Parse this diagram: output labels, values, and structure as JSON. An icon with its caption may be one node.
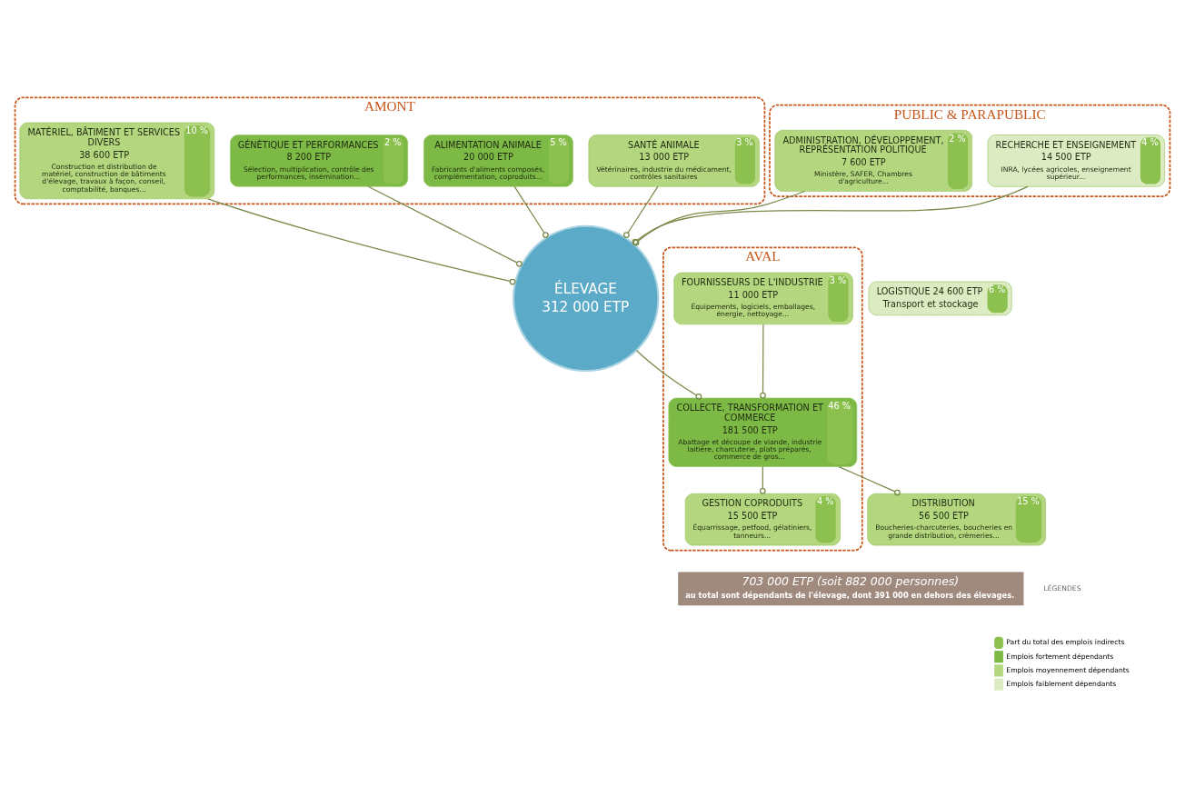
{
  "diagram": {
    "nodes": [
      {
        "text": [
          "AMONT"
        ]
      },
      {
        "text": [
          "SANTÉ ANIMALE",
          "13 000 ETP",
          "Vétérinaires, industrie du médicament, contrôles sanitaires",
          "3 %"
        ],
        "in": 0
      },
      {
        "text": [
          "ALIMENTATION ANIMALE",
          "20 000 ETP",
          "Fabricants d'aliments composés, complémentation, coproduits...",
          "5 %"
        ],
        "in": 0
      },
      {
        "text": [
          "PUBLIC & PARAPUBLIC"
        ]
      },
      {
        "text": [
          "RECHERCHE ET ENSEIGNEMENT",
          "14 500 ETP",
          "INRA, lycées agricoles, enseignement supérieur...",
          "4 %"
        ],
        "in": 3
      },
      {
        "text": [
          "GÉNÉTIQUE ET PERFORMANCES",
          "8 200 ETP",
          "Sélection, multiplication, contrôle des performances, insémination...",
          "2 %"
        ],
        "in": 0
      },
      {
        "text": [
          "LOGISTIQUE 24 600 ETP",
          "Transport et stockage",
          "6 %"
        ]
      },
      {
        "text": [
          "ÉLEVAGE",
          "312 000 ETP"
        ]
      },
      {
        "text": [
          "ADMINISTRATION, DÉVELOPPEMENT, REPRÉSENTATION POLITIQUE",
          "7 600 ETP",
          "Ministère, SAFER, Chambres d'agriculture...",
          "2 %"
        ],
        "in": 3
      },
      {
        "text": [
          "MATÉRIEL, BÂTIMENT ET SERVICES DIVERS",
          "38 600 ETP",
          "Construction et distribution de matériel, construction de bâtiments d'élevage, travaux à façon, conseil, comptabilité, banques...",
          "10 %"
        ],
        "in": 0
      },
      {
        "text": [
          "AVAL"
        ]
      },
      {
        "text": [
          "COLLECTE, TRANSFORMATION ET COMMERCE",
          "181 500 ETP",
          "Abattage et découpe de viande, industrie laitière, charcuterie, plats préparés, commerce de gros...",
          "46 %"
        ],
        "in": 10
      },
      {
        "text": [
          "GESTION COPRODUITS",
          "15 500 ETP",
          "Équarrissage, petfood, gélatiniers, tanneurs...",
          "4 %"
        ],
        "in": 10
      },
      {
        "text": [
          "FOURNISSEURS DE L'INDUSTRIE",
          "11 000 ETP",
          "Équipements, logiciels, emballages, énergie, nettoyage...",
          "3 %"
        ],
        "in": 10
      },
      {
        "text": [
          "DISTRIBUTION",
          "56 500 ETP",
          "Boucheries-charcuteries, boucheries en grande distribution, crèmeries...",
          "15 %"
        ]
      },
      {
        "text": [
          "703 000 ETP (soit 882 000 personnes)",
          "au total sont dépendants de l'élevage, dont 391 000 en dehors des élevages."
        ]
      }
    ],
    "edges": [
      {
        "from": 1,
        "to": 7,
        "arrow": "other"
      },
      {
        "from": 2,
        "to": 7,
        "arrow": "other"
      },
      {
        "from": 4,
        "to": 7,
        "arrow": "other"
      },
      {
        "from": 5,
        "to": 7,
        "arrow": "other"
      },
      {
        "from": 8,
        "to": 7,
        "arrow": "other"
      },
      {
        "from": 9,
        "to": 7,
        "arrow": "other"
      },
      {
        "from": 7,
        "to": 11,
        "arrow": "other"
      },
      {
        "from": 13,
        "to": 11,
        "arrow": "other"
      },
      {
        "from": 11,
        "to": 12,
        "arrow": "other"
      },
      {
        "from": 11,
        "to": 14,
        "arrow": "other"
      }
    ],
    "labels": [
      "LÉGENDES"
    ],
    "legend": [
      {
        "text": "Part du total des emplois indirects"
      },
      {
        "text": "Emplois fortement dépendants",
        "color": "#7db945"
      },
      {
        "text": "Emplois moyennement dépendants",
        "color": "#b3d67e"
      },
      {
        "text": "Emplois faiblement dépendants",
        "color": "#dcebc2"
      }
    ]
  }
}
